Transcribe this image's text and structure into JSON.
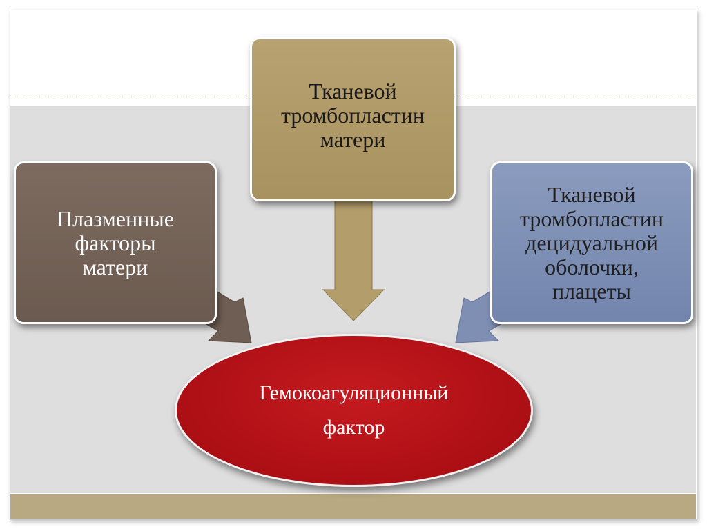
{
  "diagram": {
    "nodes": {
      "mother": {
        "line1": "Тканевой",
        "line2": "тромбопластин",
        "line3": "матери"
      },
      "plasma": {
        "line1": "Плазменные",
        "line2": "факторы",
        "line3": "матери"
      },
      "decidual": {
        "line1": "Тканевой",
        "line2": "тромбопластин",
        "line3": "децидуальной",
        "line4": "оболочки,",
        "line5": "плацеты"
      },
      "center": {
        "line1": "Гемокоагуляционный",
        "line2": "фактор"
      }
    }
  },
  "colors": {
    "mother_box": "#b09a68",
    "plasma_box": "#74635a",
    "decidual_box": "#7e90b6",
    "center_ellipse": "#b01318",
    "background_band": "#dedede",
    "bottom_bar": "#b8a983"
  }
}
